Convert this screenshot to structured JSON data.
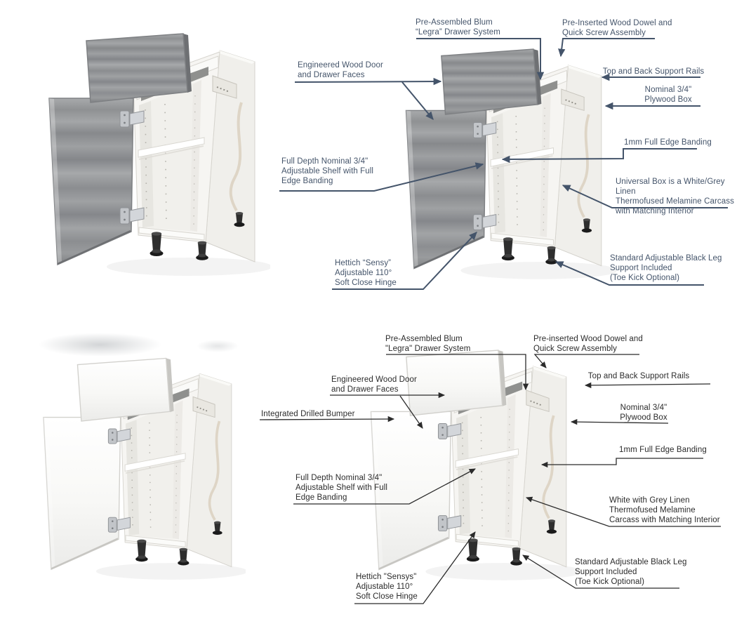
{
  "top_diagram": {
    "style": "navy-callouts",
    "labels": [
      {
        "id": "pre-assembled-blum",
        "text": "Pre-Assembled Blum\n“Legra” Drawer System"
      },
      {
        "id": "pre-inserted-dowel",
        "text": "Pre-Inserted Wood Dowel and\nQuick Screw Assembly"
      },
      {
        "id": "engineered-wood",
        "text": "Engineered Wood Door\nand Drawer Faces"
      },
      {
        "id": "top-back-rails",
        "text": "Top and Back Support Rails"
      },
      {
        "id": "nominal-plywood",
        "text": "Nominal 3/4\"\nPlywood Box"
      },
      {
        "id": "one-mm-edge-banding",
        "text": "1mm Full Edge Banding"
      },
      {
        "id": "full-depth-shelf",
        "text": "Full Depth Nominal 3/4\"\nAdjustable Shelf with Full\nEdge Banding"
      },
      {
        "id": "universal-box",
        "text": "Universal Box is a White/Grey Linen\nThermofused Melamine Carcass\nwith Matching Interior"
      },
      {
        "id": "hettich-hinge",
        "text": "Hettich “Sensy”\nAdjustable 110°\nSoft Close Hinge"
      },
      {
        "id": "standard-leg",
        "text": "Standard Adjustable Black Leg\nSupport Included\n(Toe Kick Optional)"
      }
    ]
  },
  "bottom_diagram": {
    "style": "black-callouts",
    "labels": [
      {
        "id": "pre-assembled-blum",
        "text": "Pre-Assembled Blum\n\"Legra\" Drawer System"
      },
      {
        "id": "pre-inserted-dowel",
        "text": "Pre-inserted Wood Dowel and\nQuick Screw Assembly"
      },
      {
        "id": "engineered-wood",
        "text": "Engineered Wood Door\nand Drawer Faces"
      },
      {
        "id": "integrated-bumper",
        "text": "Integrated Drilled Bumper"
      },
      {
        "id": "top-back-rails",
        "text": "Top and Back Support Rails"
      },
      {
        "id": "nominal-plywood",
        "text": "Nominal 3/4\"\nPlywood Box"
      },
      {
        "id": "one-mm-edge-banding",
        "text": "1mm Full Edge Banding"
      },
      {
        "id": "full-depth-shelf",
        "text": "Full Depth Nominal 3/4\"\nAdjustable Shelf with Full\nEdge Banding"
      },
      {
        "id": "white-grey-linen",
        "text": "White with Grey Linen\nThermofused Melamine\nCarcass with Matching Interior"
      },
      {
        "id": "standard-leg",
        "text": "Standard Adjustable Black Leg\nSupport Included\n(Toe Kick Optional)"
      },
      {
        "id": "hettich-hinge",
        "text": "Hettich \"Sensys\"\nAdjustable 110°\nSoft Close Hinge"
      }
    ]
  },
  "colors": {
    "top_callout": "#44546A",
    "bottom_callout": "#2B2B2B",
    "woodgrain_grey": "#95979A",
    "cabinet_white": "#F6F5F2",
    "leg_black": "#2B2B2B"
  }
}
